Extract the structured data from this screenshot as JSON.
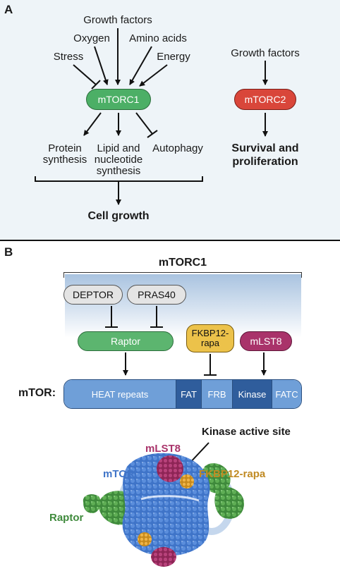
{
  "panel_a": {
    "letter": "A",
    "inputs": {
      "growth_factors": "Growth factors",
      "oxygen": "Oxygen",
      "amino_acids": "Amino acids",
      "stress": "Stress",
      "energy": "Energy"
    },
    "mtorc1_label": "mTORC1",
    "outputs": {
      "protein_line1": "Protein",
      "protein_line2": "synthesis",
      "lipid_line1": "Lipid and",
      "lipid_line2": "nucleotide",
      "lipid_line3": "synthesis",
      "autophagy": "Autophagy"
    },
    "cell_growth": "Cell growth",
    "mtorc2_input": "Growth factors",
    "mtorc2_label": "mTORC2",
    "survival_line1": "Survival and",
    "survival_line2": "proliferation"
  },
  "panel_b": {
    "letter": "B",
    "complex_title": "mTORC1",
    "deptor": "DEPTOR",
    "pras40": "PRAS40",
    "raptor": "Raptor",
    "fkbp_line1": "FKBP12-",
    "fkbp_line2": "rapa",
    "mlst8": "mLST8",
    "mtor_label": "mTOR:",
    "domains": [
      "HEAT repeats",
      "FAT",
      "FRB",
      "Kinase",
      "FATC"
    ],
    "structure_labels": {
      "kinase_active_site": "Kinase active site",
      "mlst8": "mLST8",
      "mtor": "mTOR",
      "fkbp": "FKBP12-rapa",
      "raptor": "Raptor"
    }
  },
  "colors": {
    "mtorc1_green": "#4caf66",
    "mtorc2_red": "#d9463a",
    "raptor_green": "#4f9a43",
    "mtor_blue": "#3f74c8",
    "mlst8_magenta": "#a9336a",
    "fkbp_gold": "#d79a2b"
  }
}
